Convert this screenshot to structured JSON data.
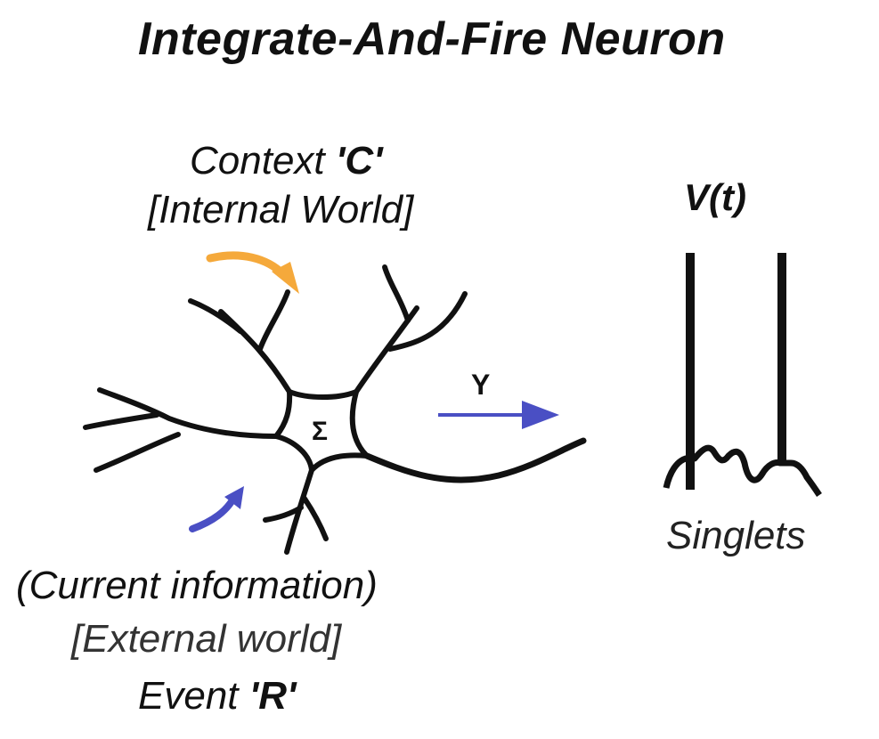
{
  "title": "Integrate-And-Fire Neuron",
  "context": {
    "prefix": "Context ",
    "symbol": "'C'",
    "sub": "[Internal World]"
  },
  "input": {
    "line1": "(Current information)",
    "line2": "[External world]",
    "prefix": "Event ",
    "symbol": "'R'"
  },
  "neuron": {
    "soma_label": "Σ",
    "output_label": "Y"
  },
  "trace": {
    "label": "V(t)",
    "caption": "Singlets"
  },
  "colors": {
    "context_arrow": "#F5A93B",
    "input_arrow": "#4A4FC4",
    "output_arrow": "#4A4FC4",
    "ink": "#111111"
  }
}
